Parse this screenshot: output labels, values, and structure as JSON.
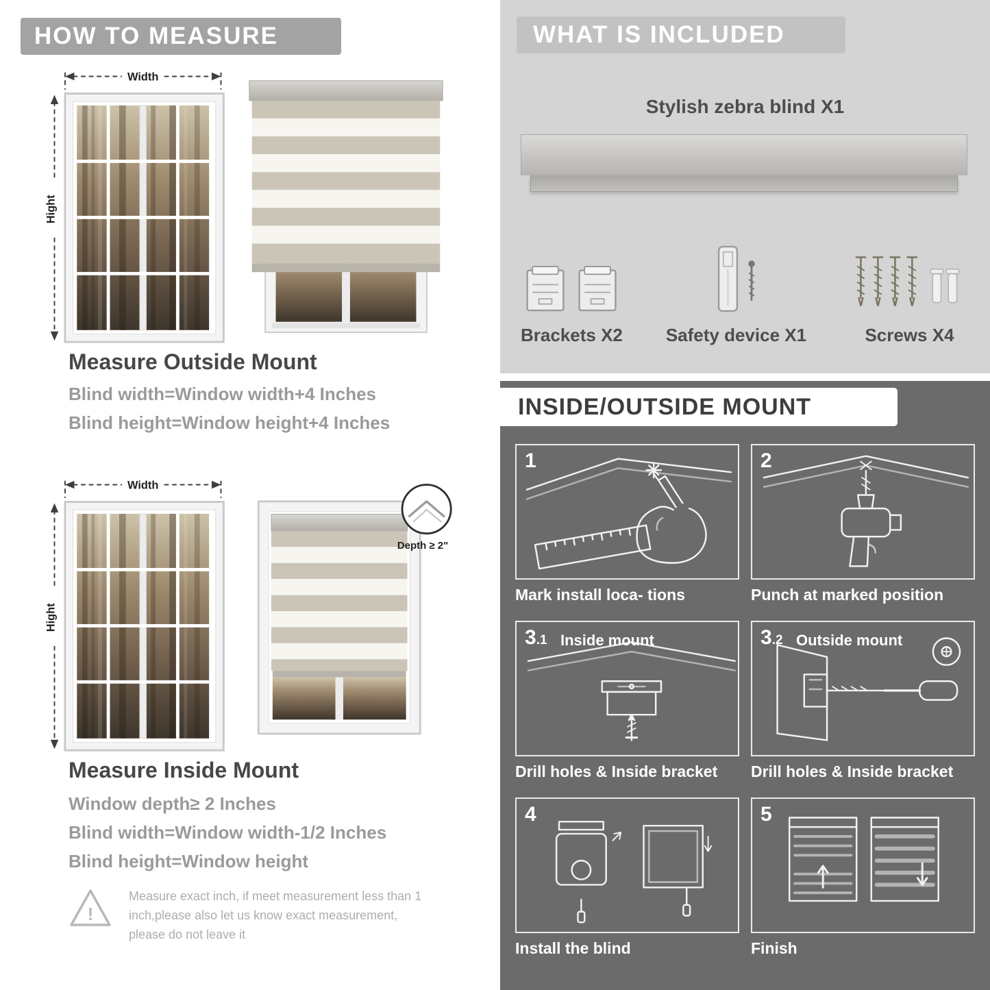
{
  "colors": {
    "left_banner_bg": "#a3a3a3",
    "included_bg": "#d4d4d4",
    "included_banner_bg": "#c2c2c2",
    "mount_bg": "#6b6b6b",
    "heading_text": "#474747",
    "body_text": "#9a9a9a"
  },
  "left": {
    "banner": "HOW TO MEASURE",
    "labels": {
      "width": "Width",
      "height": "Hight",
      "depth": "Depth ≥ 2\""
    },
    "outside": {
      "heading": "Measure Outside Mount",
      "lines": [
        "Blind width=Window width+4 Inches",
        "Blind height=Window height+4 Inches"
      ]
    },
    "inside": {
      "heading": "Measure Inside Mount",
      "lines": [
        "Window depth≥ 2 Inches",
        "Blind width=Window width-1/2 Inches",
        "Blind height=Window height"
      ]
    },
    "warning": {
      "icon": "!",
      "text": "Measure exact inch, if meet measurement less than 1 inch,please also let us know exact measurement, please do not leave it"
    }
  },
  "right": {
    "included": {
      "banner": "WHAT IS INCLUDED",
      "product": "Stylish zebra blind X1",
      "items": [
        {
          "label": "Brackets X2",
          "icon": "bracket-icon"
        },
        {
          "label": "Safety device X1",
          "icon": "safety-device-icon"
        },
        {
          "label": "Screws X4",
          "icon": "screw-icon"
        }
      ]
    },
    "mount": {
      "banner": "INSIDE/OUTSIDE MOUNT",
      "steps": [
        {
          "num": "1",
          "sub": "",
          "title": "",
          "caption": "Mark install loca- tions"
        },
        {
          "num": "2",
          "sub": "",
          "title": "",
          "caption": "Punch at marked position"
        },
        {
          "num": "3",
          "sub": ".1",
          "title": "Inside mount",
          "caption": "Drill holes & Inside bracket"
        },
        {
          "num": "3",
          "sub": ".2",
          "title": "Outside mount",
          "caption": "Drill holes & Inside bracket"
        },
        {
          "num": "4",
          "sub": "",
          "title": "",
          "caption": "Install the blind"
        },
        {
          "num": "5",
          "sub": "",
          "title": "",
          "caption": "Finish"
        }
      ]
    }
  }
}
